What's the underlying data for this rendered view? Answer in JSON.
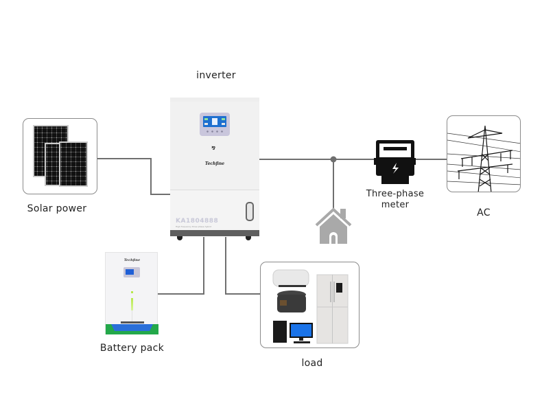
{
  "diagram": {
    "title": "Three-phase solar inverter system",
    "nodes": {
      "inverter": {
        "label": "inverter",
        "brand": "Techfine",
        "model": "KA1804888",
        "subtitle": "High frequency three phase hybrid"
      },
      "solar": {
        "label": "Solar power"
      },
      "battery": {
        "label": "Battery pack",
        "brand": "Techfine"
      },
      "load": {
        "label": "load"
      },
      "meter": {
        "label_line1": "Three-phase",
        "label_line2": "meter"
      },
      "grid": {
        "label": "AC"
      },
      "home": {
        "label": ""
      }
    },
    "colors": {
      "wire": "#6f6f6f",
      "card_border": "#8a8a8a",
      "house": "#a9a9a9",
      "meter": "#111111"
    },
    "connections": [
      {
        "from": "solar",
        "to": "inverter"
      },
      {
        "from": "inverter",
        "to": "meter"
      },
      {
        "from": "meter",
        "to": "grid"
      },
      {
        "from": "junction",
        "to": "home"
      },
      {
        "from": "inverter",
        "to": "battery"
      },
      {
        "from": "inverter",
        "to": "load"
      }
    ]
  }
}
